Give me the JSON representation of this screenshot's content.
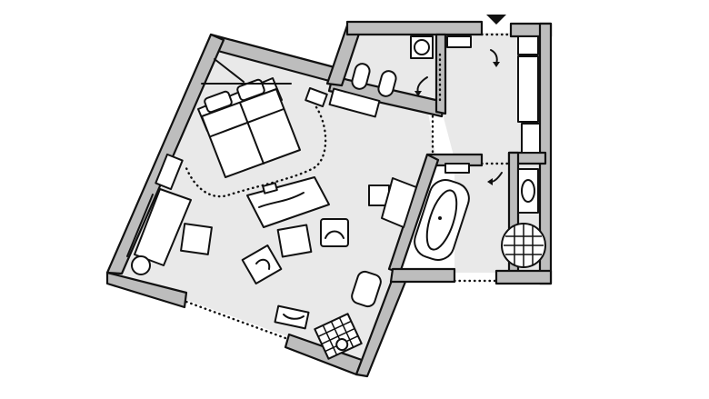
{
  "plan": {
    "wall_color": "#bdbdbd",
    "floor_color": "#e9e9e9",
    "furniture_color": "#ffffff",
    "line_color": "#111111"
  },
  "rooms": [
    "bedroom-living",
    "bathroom",
    "toilet",
    "shower-room",
    "entrance-hall"
  ],
  "icons": [
    "entrance-marker-icon",
    "door-swing-icon"
  ]
}
